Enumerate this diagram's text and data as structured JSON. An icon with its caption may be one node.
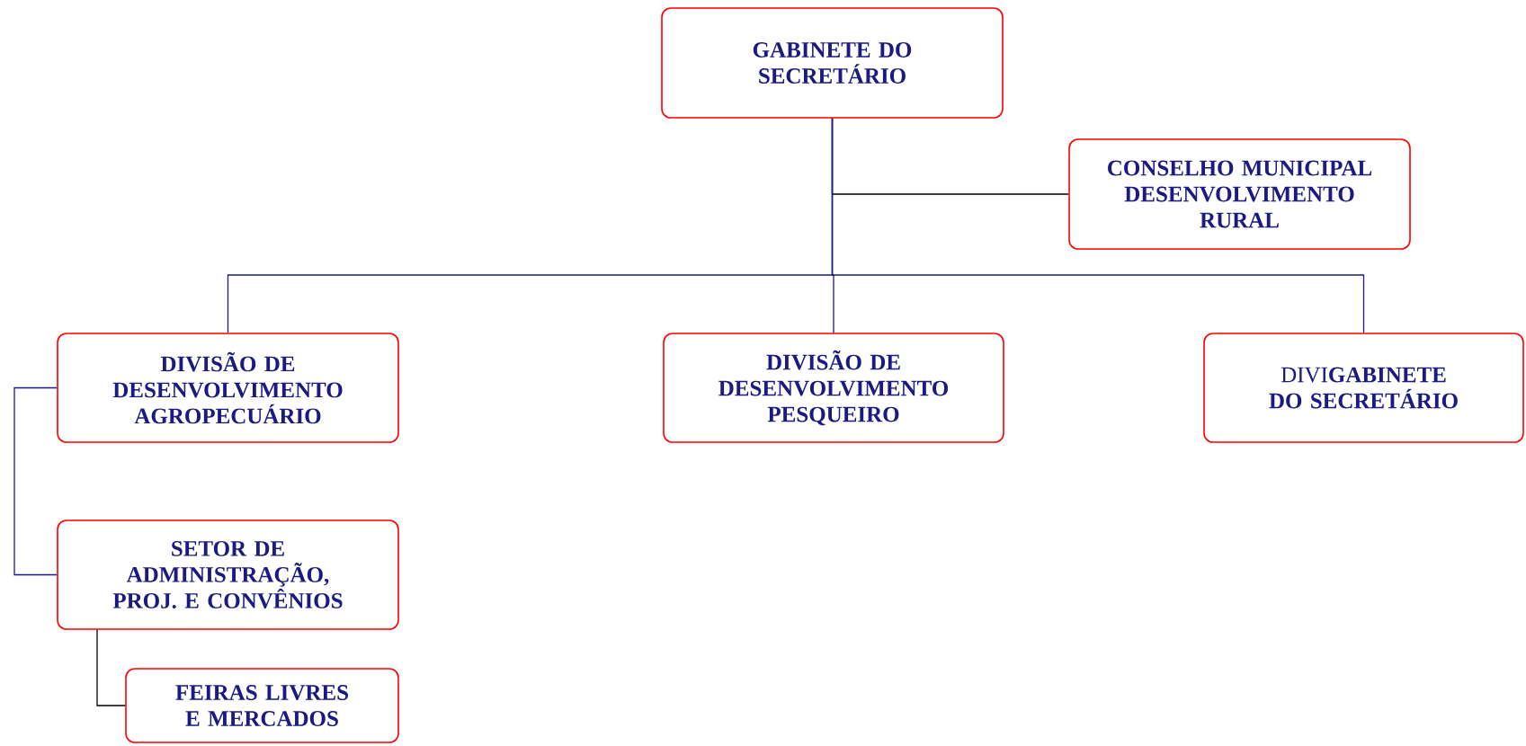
{
  "diagram": {
    "nodes": [
      {
        "text": [
          "GABINETE DO SECRETÁRIO"
        ]
      },
      {
        "text": [
          "CONSELHO MUNICIPAL DESENVOLVIMENTO RURAL"
        ]
      },
      {
        "text": [
          "DIVISÃO DE DESENVOLVIMENTO AGROPECUÁRIO"
        ]
      },
      {
        "text": [
          "DIVISÃO DE DESENVOLVIMENTO PESQUEIRO"
        ]
      },
      {
        "text": [
          "DIVI**GABINETE DO SECRETÁRIO**"
        ]
      },
      {
        "text": [
          "SETOR DE ADMINISTRAÇÃO, PROJ. E CONVÊNIOS"
        ]
      },
      {
        "text": [
          "FEIRAS LIVRES E MERCADOS"
        ]
      }
    ],
    "edges": [
      {
        "from": 0,
        "to": 1,
        "arrow": "none",
        "color": "#000000"
      },
      {
        "from": 0,
        "to": 2,
        "arrow": "none"
      },
      {
        "from": 0,
        "to": 3,
        "arrow": "none"
      },
      {
        "from": 0,
        "to": 4,
        "arrow": "none"
      },
      {
        "from": 2,
        "to": 5,
        "arrow": "none"
      },
      {
        "from": 5,
        "to": 6,
        "arrow": "none",
        "color": "#000000"
      }
    ]
  }
}
